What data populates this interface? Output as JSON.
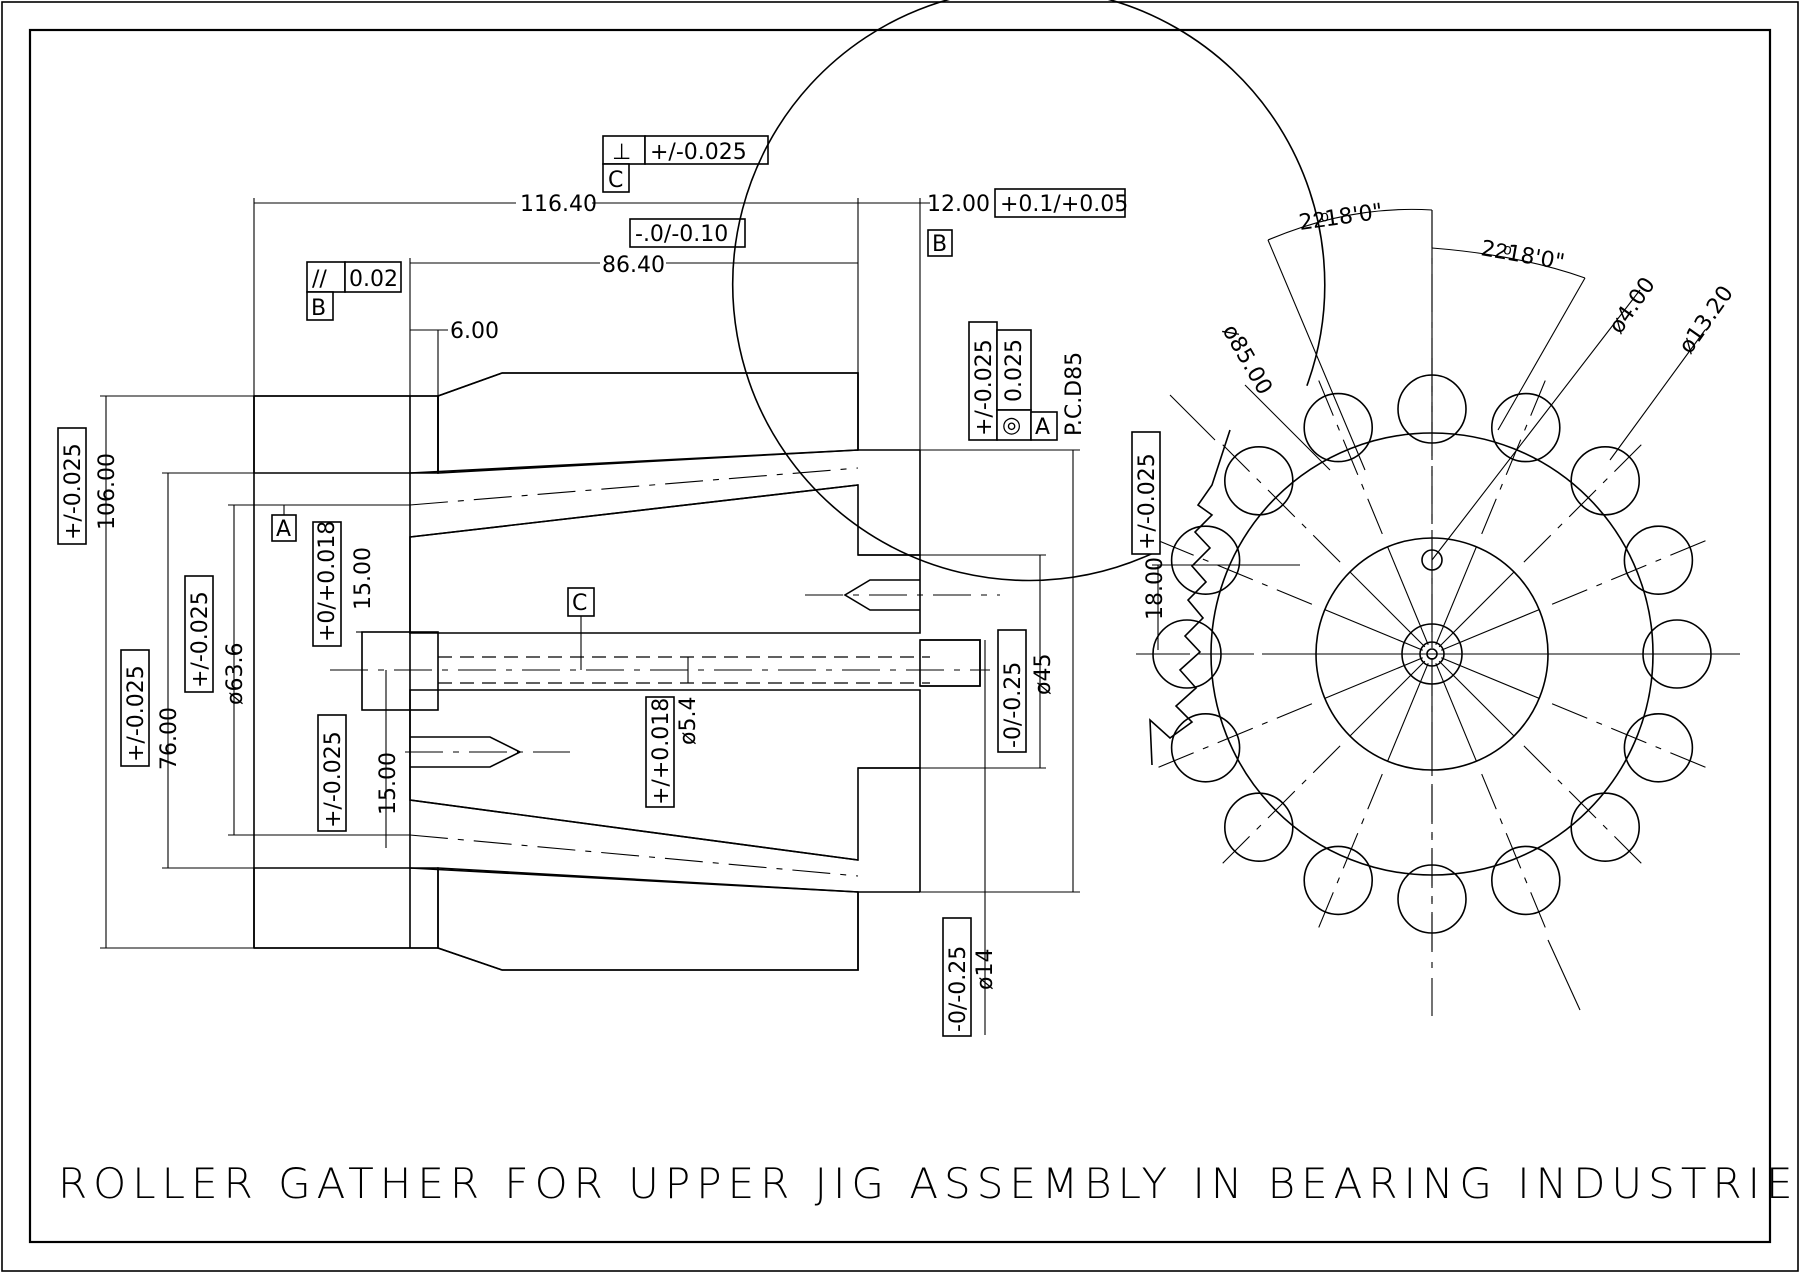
{
  "title": "ROLLER GATHER  FOR UPPER JIG ASSEMBLY IN BEARING INDUSTRIES",
  "dims": {
    "overall_length": "116.40",
    "length_86": "86.40",
    "length_12": "12.00",
    "length_6": "6.00",
    "dia_106": "106.00",
    "dia_76": "76.00",
    "dia_63": "ø63.6",
    "dia_45": "ø45",
    "dia_14": "ø14",
    "dia_5": "ø5.4",
    "len_15a": "15.00",
    "len_15b": "15.00",
    "pcd": "P.C.D85",
    "angle_1": "22ͦ18'0\"",
    "angle_2": "22ͦ18'0\"",
    "dia_85": "ø85.00",
    "dia_4": "ø4.00",
    "dia_13": "ø13.20",
    "dim_18": "18.00"
  },
  "tolerances": {
    "perp_sym": "⊥",
    "perp_val": "+/-0.025",
    "perp_datum": "C",
    "tol_12": "+0.1/+0.05",
    "datum_B_top": "B",
    "tol_86": "-.0/-0.10",
    "par_sym": "//",
    "par_val": "0.02",
    "par_datum": "B",
    "tol_106": "+/-0.025",
    "datum_A": "A",
    "tol_15a": "+0/+0.018",
    "datum_C": "C",
    "tol_63": "+/-0.025",
    "tol_76": "+/-0.025",
    "tol_15b": "+/-0.025",
    "tol_5": "+/+0.018",
    "tol_45": "-0/-0.25",
    "tol_14": "-0/-0.25",
    "conc_tol": "+/-0.025",
    "conc_val": "0.025",
    "conc_sym": "◎",
    "conc_datum": "A",
    "tol_18": "+/-0.025"
  }
}
